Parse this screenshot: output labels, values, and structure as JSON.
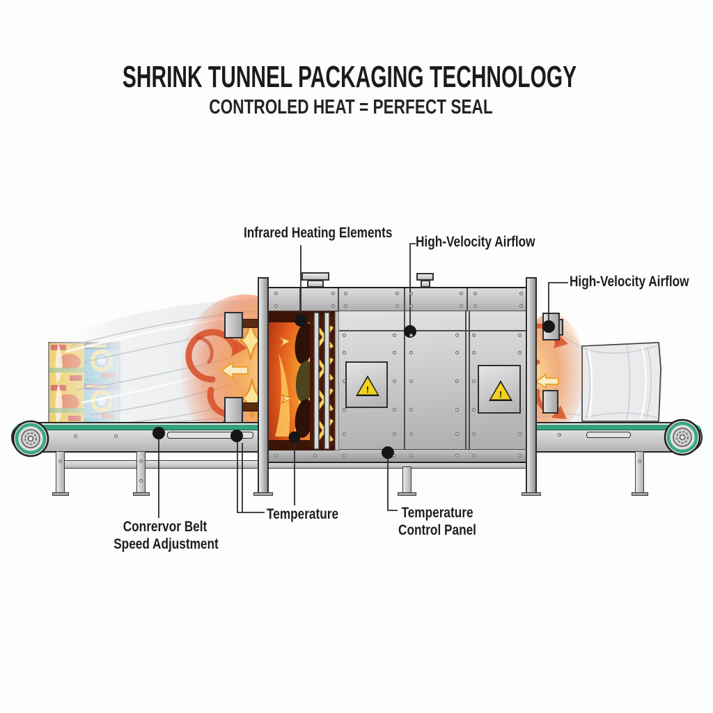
{
  "header": {
    "title": "SHRINK TUNNEL PACKAGING TECHNOLOGY",
    "subtitle": "CONTROLED HEAT = PERFECT SEAL"
  },
  "callouts": {
    "infrared": {
      "label": "Infrared Heating Elements"
    },
    "airflow_entry": {
      "label": "High-Velocity Airflow"
    },
    "airflow_exit": {
      "label": "High-Velocity Airflow"
    },
    "conveyor_speed": {
      "line1": "Conrervor Belt",
      "line2": "Speed Adjustment"
    },
    "temperature": {
      "label": "Temperature"
    },
    "control_panel": {
      "line1": "Temperature",
      "line2": "Control Panel"
    }
  },
  "machine": {
    "warning_symbol": "!",
    "warning_icon": "exclamation-triangle-icon",
    "vent_count": 2,
    "access_panel_count": 2
  },
  "colors": {
    "text": "#1d1d1d",
    "belt_accent": "#35a17d",
    "warning_yellow": "#f2d21c",
    "fire_orange": "#e8551f",
    "fire_glow": "#ffd978",
    "swirl_red": "#d9512c",
    "metal_light": "#ececec",
    "metal_dark": "#a8a8a8",
    "film_white": "#eef0f2"
  }
}
